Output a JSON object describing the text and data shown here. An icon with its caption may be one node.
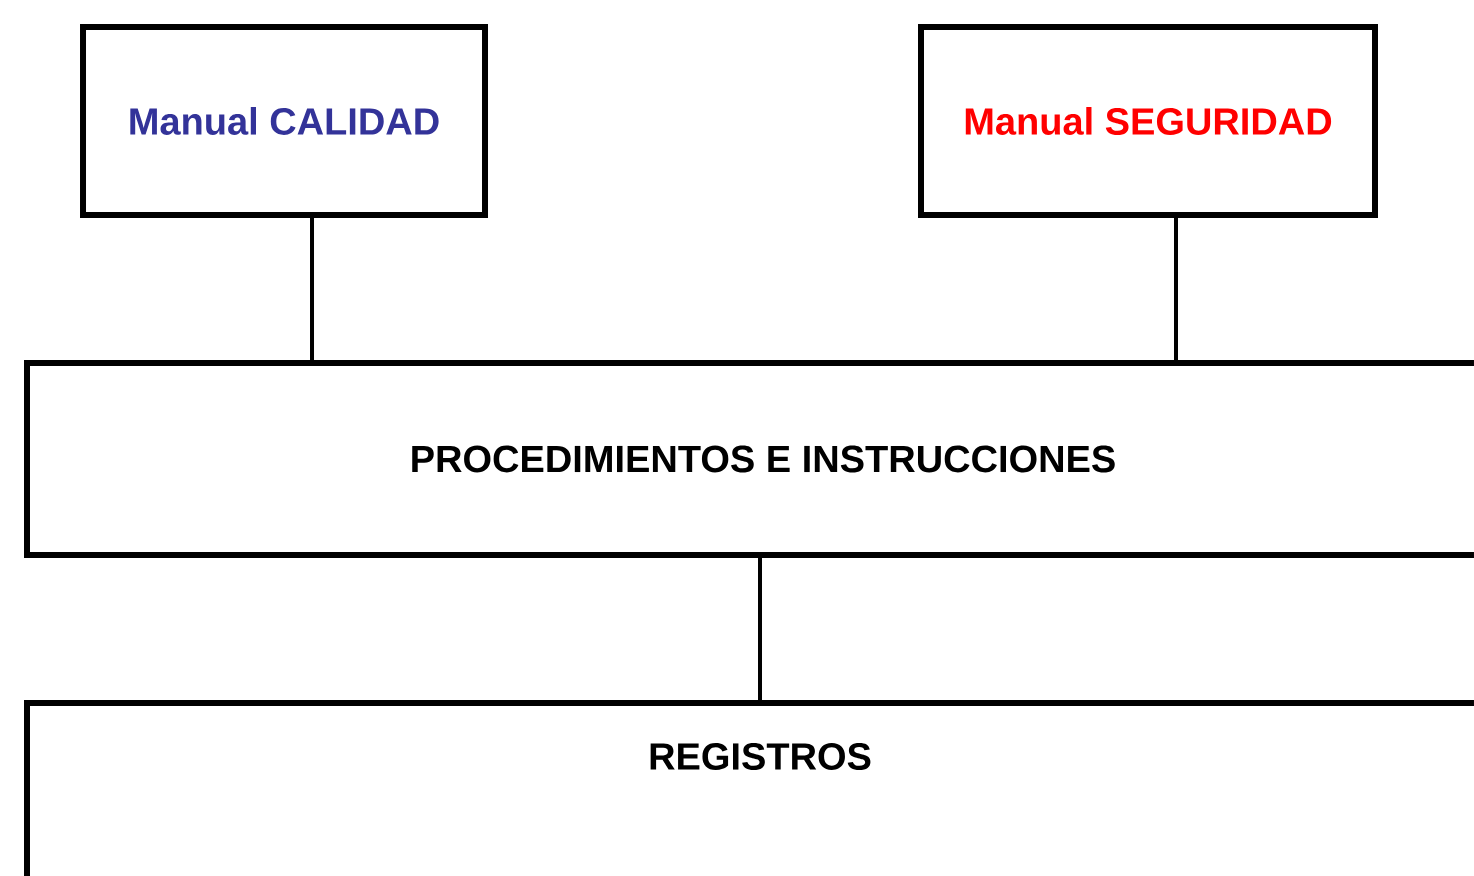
{
  "diagram": {
    "nodes": [
      {
        "text": [
          "Manual CALIDAD"
        ]
      },
      {
        "text": [
          "Manual SEGURIDAD"
        ]
      },
      {
        "text": [
          "PROCEDIMIENTOS E INSTRUCCIONES"
        ]
      },
      {
        "text": [
          "REGISTROS"
        ]
      }
    ],
    "edges": [
      {
        "from": 0,
        "to": 2,
        "arrow": "none"
      },
      {
        "from": 1,
        "to": 2,
        "arrow": "none"
      },
      {
        "from": 2,
        "to": 3,
        "arrow": "none"
      }
    ]
  }
}
